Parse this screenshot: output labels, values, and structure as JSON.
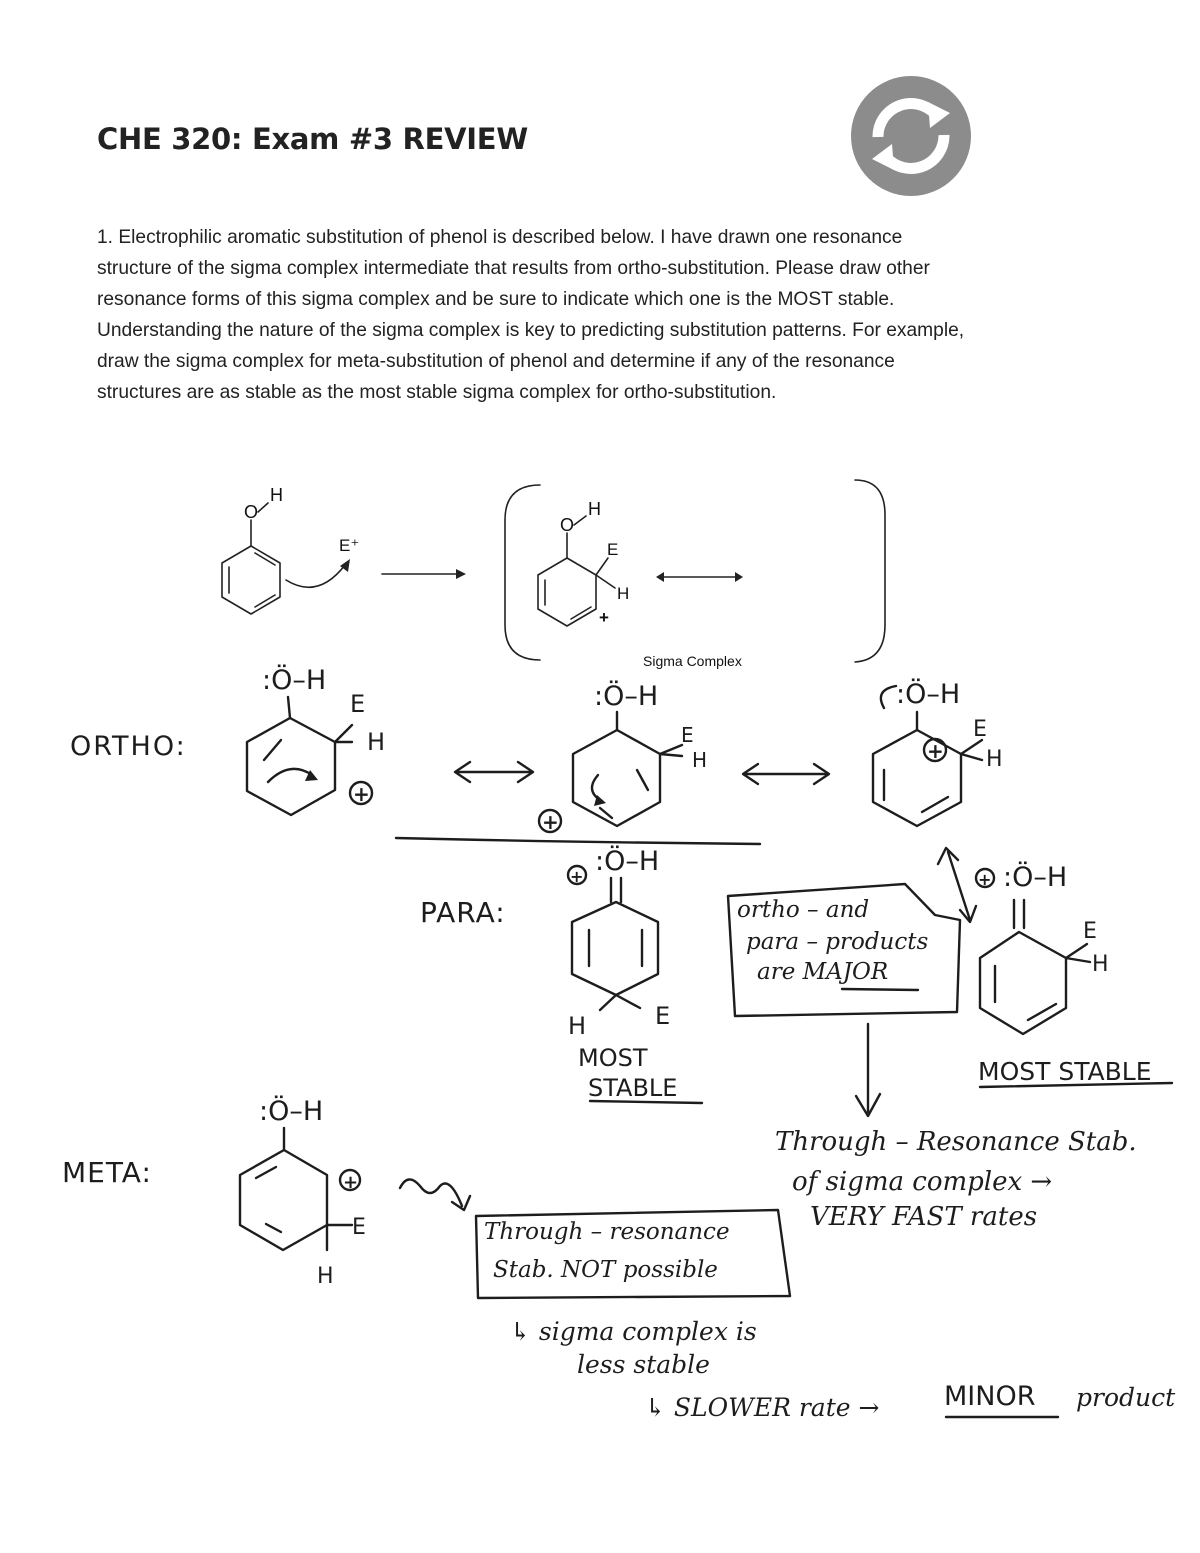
{
  "header": {
    "title": "CHE 320: Exam #3 REVIEW"
  },
  "question": {
    "lines": [
      "1.  Electrophilic aromatic substitution of phenol is described below.  I have drawn one resonance",
      "structure of the sigma complex intermediate that results from ortho-substitution.  Please draw other",
      "resonance forms of this sigma complex and be sure to indicate which one is the MOST stable.",
      "Understanding the nature of the sigma complex is key to predicting substitution patterns.  For example,",
      "draw the sigma complex for meta-substitution of phenol and determine if any of the resonance",
      "structures are as stable as the most stable sigma complex for ortho-substitution."
    ]
  },
  "scheme": {
    "reactant_oh": "O",
    "reactant_h": "H",
    "electrophile": "E⁺",
    "complex_o": "O",
    "complex_h": "H",
    "complex_e": "E",
    "complex_ring_h": "H",
    "complex_plus": "+",
    "caption": "Sigma Complex"
  },
  "annotations": {
    "ortho_label": "ORTHO:",
    "para_label": "PARA:",
    "meta_label": "META:",
    "oh_group": ":Ö–H",
    "e_label": "E",
    "h_label": "H",
    "plus": "+",
    "most_stable_para_1": "MOST",
    "most_stable_para_2": "STABLE",
    "most_stable_ortho": "MOST STABLE",
    "box_major_1": "ortho – and",
    "box_major_2": "para – products",
    "box_major_3": "are MAJOR",
    "through_res_1": "Through – Resonance Stab.",
    "through_res_2": "of sigma complex →",
    "through_res_3": "VERY FAST rates",
    "box_meta_1": "Through – resonance",
    "box_meta_2": "Stab. NOT possible",
    "sigma_less_1": "↳ sigma complex is",
    "sigma_less_2": "less stable",
    "slower_rate": "↳ SLOWER rate →",
    "minor": "MINOR",
    "product": "product"
  },
  "colors": {
    "ink": "#1d1d1d",
    "logo_gray": "#8c8c8c",
    "page": "#ffffff"
  },
  "icons": {
    "logo": "refresh-cycle-icon"
  }
}
